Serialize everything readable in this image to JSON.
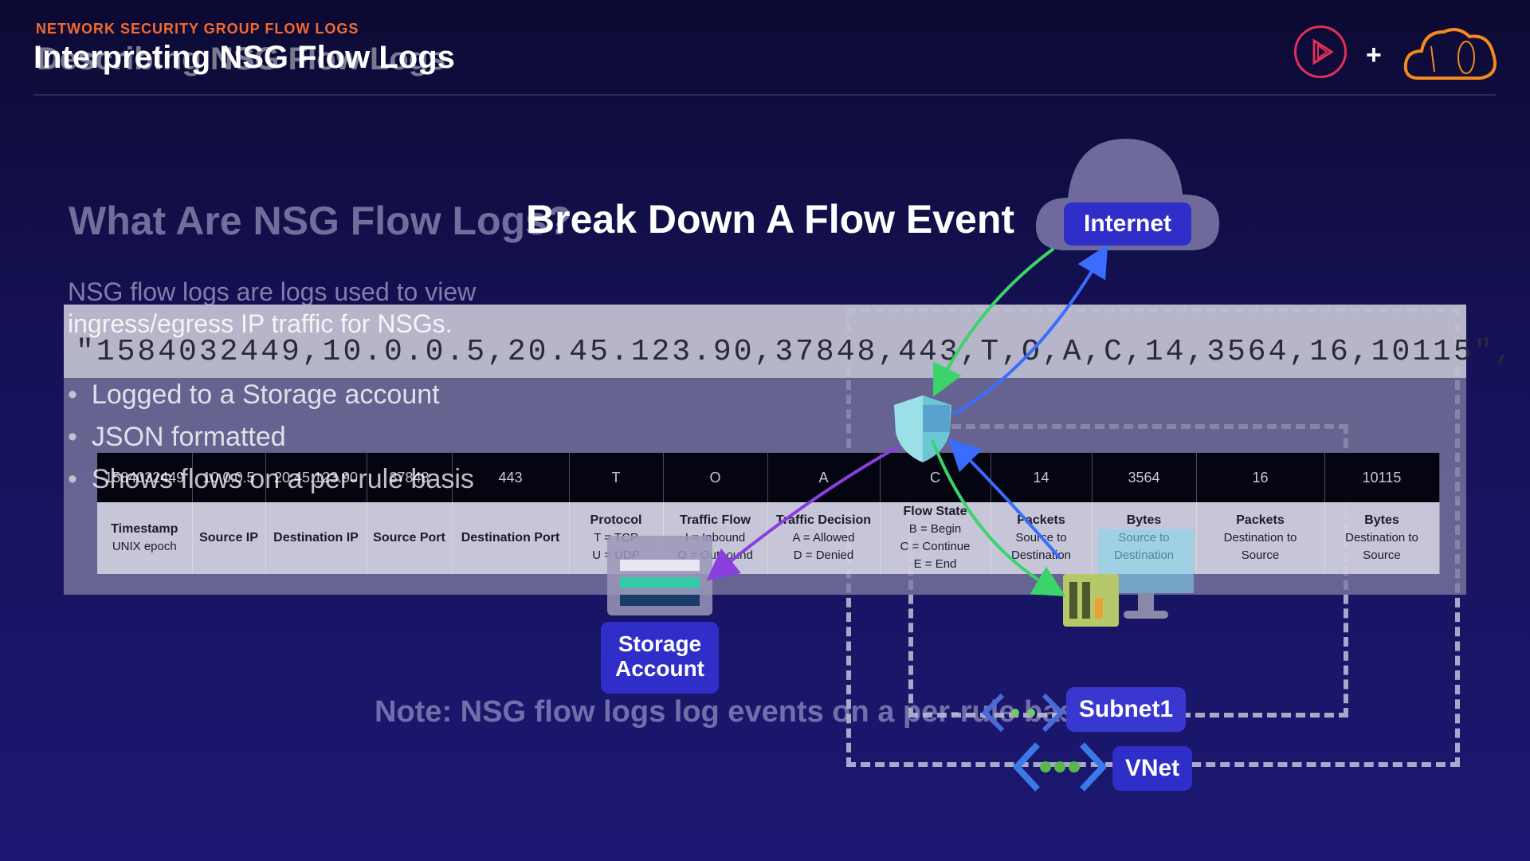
{
  "header": {
    "kicker": "NETWORK SECURITY GROUP FLOW LOGS",
    "title_ghost": "Describing NSG Flow Logs",
    "title": "Interpreting NSG Flow Logs"
  },
  "slide": {
    "heading_ghost": "What Are NSG Flow Logs?",
    "heading": "Break Down A Flow Event",
    "paragraph_line1": "NSG flow logs are logs used to view",
    "paragraph_line2": "ingress/egress IP traffic for NSGs.",
    "bullets": [
      "Logged to a Storage account",
      "JSON formatted",
      "Shows flows on a per-rule basis"
    ],
    "note": "Note: NSG flow logs log events on a per-rule basis"
  },
  "log_line": "\"1584032449,10.0.0.5,20.45.123.90,37848,443,T,O,A,C,14,3564,16,10115\",",
  "fields": [
    {
      "value": "1584032449",
      "title": "Timestamp",
      "lines": [
        "UNIX epoch"
      ]
    },
    {
      "value": "10.0.0.5",
      "title": "Source IP",
      "lines": []
    },
    {
      "value": "20.45.123.90",
      "title": "Destination IP",
      "lines": []
    },
    {
      "value": "37848",
      "title": "Source Port",
      "lines": []
    },
    {
      "value": "443",
      "title": "Destination Port",
      "lines": []
    },
    {
      "value": "T",
      "title": "Protocol",
      "lines": [
        "T = TCP",
        "U = UDP"
      ]
    },
    {
      "value": "O",
      "title": "Traffic Flow",
      "lines": [
        "I = Inbound",
        "O = Outbound"
      ]
    },
    {
      "value": "A",
      "title": "Traffic Decision",
      "lines": [
        "A = Allowed",
        "D = Denied"
      ]
    },
    {
      "value": "C",
      "title": "Flow State",
      "lines": [
        "B = Begin",
        "C = Continue",
        "E = End"
      ]
    },
    {
      "value": "14",
      "title": "Packets",
      "lines": [
        "Source to",
        "Destination"
      ]
    },
    {
      "value": "3564",
      "title": "Bytes",
      "lines": [
        "Source to",
        "Destination"
      ]
    },
    {
      "value": "16",
      "title": "Packets",
      "lines": [
        "Destination to",
        "Source"
      ]
    },
    {
      "value": "10115",
      "title": "Bytes",
      "lines": [
        "Destination to",
        "Source"
      ]
    }
  ],
  "diagram": {
    "internet_label": "Internet",
    "storage_label": "Storage Account",
    "subnet_label": "Subnet1",
    "vnet_label": "VNet"
  },
  "icons": [
    "play-logo-icon",
    "cloud-logo-icon",
    "cloud-icon",
    "shield-icon",
    "storage-icon",
    "server-icon",
    "monitor-icon",
    "subnet-icon",
    "vnet-icon"
  ],
  "colors": {
    "accent": "#f26a2e",
    "brand_red": "#e0305a",
    "pill_blue": "#2f2ec8",
    "arrow_green": "#3bd46a",
    "arrow_blue": "#3a6cff",
    "arrow_purple": "#8a3ee0"
  }
}
